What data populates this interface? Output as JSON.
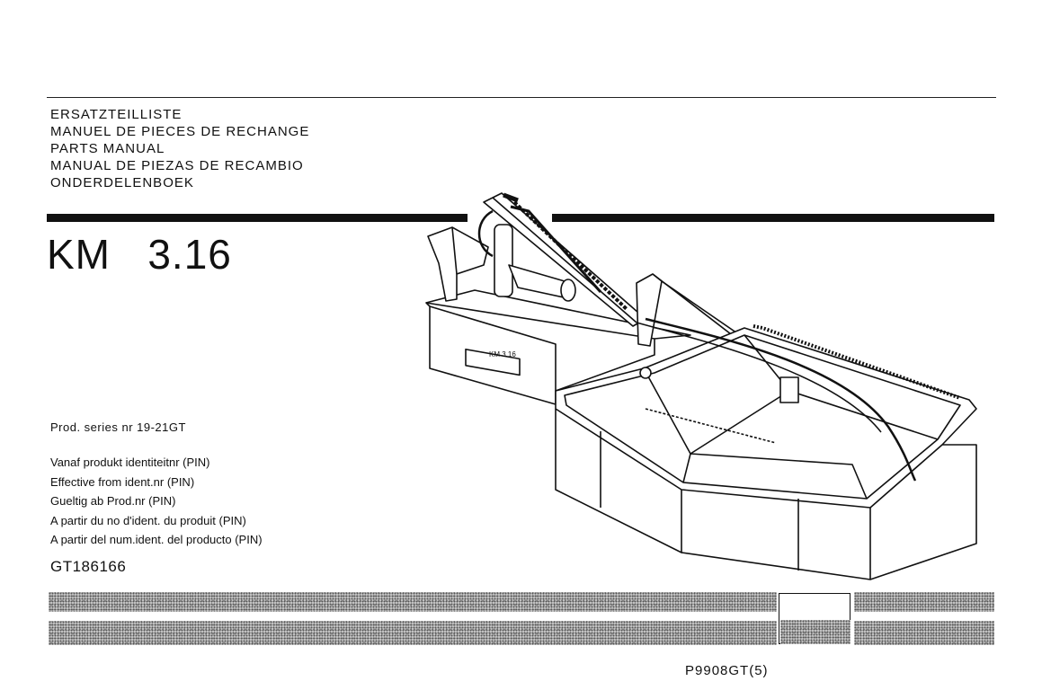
{
  "titles": [
    "ERSATZTEILLISTE",
    "MANUEL DE PIECES DE RECHANGE",
    "PARTS MANUAL",
    "MANUAL DE PIEZAS DE RECAMBIO",
    "ONDERDELENBOEK"
  ],
  "model": "KM   3.16",
  "production": {
    "series": "Prod. series nr 19-21GT",
    "pin_lines": [
      "Vanaf produkt identiteitnr (PIN)",
      "Effective from ident.nr (PIN)",
      "Gueltig ab Prod.nr (PIN)",
      "A partir du no d'ident. du produit (PIN)",
      "A partir del num.ident. del producto (PIN)"
    ],
    "serial": "GT186166"
  },
  "document_code": "P9908GT(5)",
  "illustration": {
    "icon": "disc-mower-drawing"
  }
}
